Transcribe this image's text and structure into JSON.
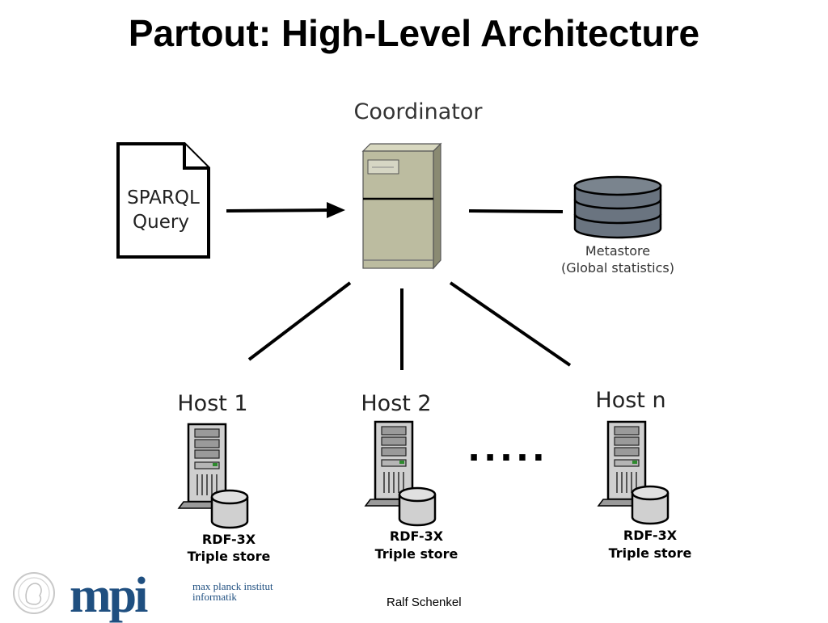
{
  "slide": {
    "title": "Partout: High-Level Architecture",
    "author": "Ralf Schenkel"
  },
  "diagram": {
    "query_doc": {
      "line1": "SPARQL",
      "line2": "Query"
    },
    "coordinator": {
      "label": "Coordinator"
    },
    "metastore": {
      "label": "Metastore",
      "sublabel": "(Global statistics)"
    },
    "hosts": [
      {
        "label": "Host 1",
        "store_line1": "RDF-3X",
        "store_line2": "Triple store"
      },
      {
        "label": "Host 2",
        "store_line1": "RDF-3X",
        "store_line2": "Triple store"
      },
      {
        "label": "Host n",
        "store_line1": "RDF-3X",
        "store_line2": "Triple store"
      }
    ],
    "ellipsis": "....."
  },
  "logo": {
    "wordmark": "mpi",
    "name_line1": "max planck institut",
    "name_line2": "informatik"
  },
  "colors": {
    "logo_blue": "#1f4f80",
    "server_beige": "#bcbca0",
    "disk_gray": "#6a7480"
  },
  "icons": [
    "document-icon",
    "server-icon",
    "database-icon",
    "tower-server-icon",
    "disk-icon",
    "seal-icon"
  ]
}
